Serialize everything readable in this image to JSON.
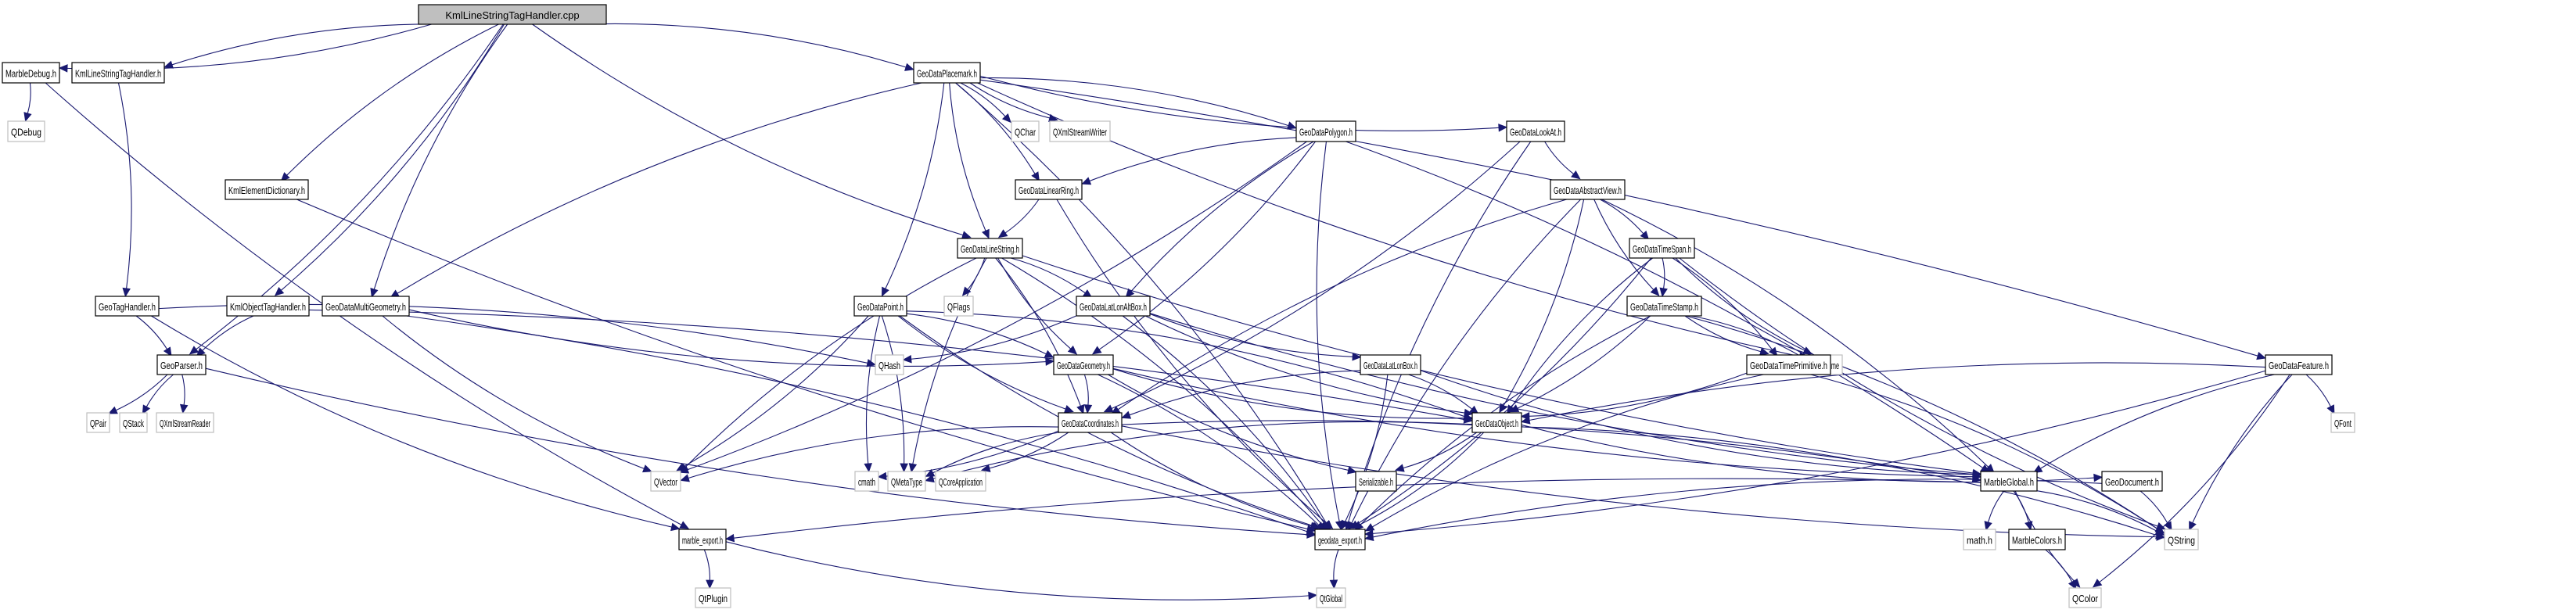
{
  "title": "KmlLineStringTagHandler.cpp include dependency graph",
  "colors": {
    "edge": "#191970",
    "root_fill": "#bfbfbf",
    "node_border": "#000000",
    "external_border": "#bfbfbf"
  },
  "nodes": [
    {
      "id": "root",
      "label": "KmlLineStringTagHandler.cpp",
      "kind": "root"
    },
    {
      "id": "MarbleDebug",
      "label": "MarbleDebug.h",
      "kind": "header"
    },
    {
      "id": "KmlLSTH",
      "label": "KmlLineStringTagHandler.h",
      "kind": "header"
    },
    {
      "id": "QDebug",
      "label": "QDebug",
      "kind": "external"
    },
    {
      "id": "KmlElementDictionary",
      "label": "KmlElementDictionary.h",
      "kind": "header"
    },
    {
      "id": "GeoTagHandler",
      "label": "GeoTagHandler.h",
      "kind": "header"
    },
    {
      "id": "KmlObjectTagHandler",
      "label": "KmlObjectTagHandler.h",
      "kind": "header"
    },
    {
      "id": "GeoDataMultiGeometry",
      "label": "GeoDataMultiGeometry.h",
      "kind": "header"
    },
    {
      "id": "GeoParser",
      "label": "GeoParser.h",
      "kind": "header"
    },
    {
      "id": "QPair",
      "label": "QPair",
      "kind": "external"
    },
    {
      "id": "QStack",
      "label": "QStack",
      "kind": "external"
    },
    {
      "id": "QXmlStreamReader",
      "label": "QXmlStreamReader",
      "kind": "external"
    },
    {
      "id": "QVector",
      "label": "QVector",
      "kind": "external"
    },
    {
      "id": "marble_export",
      "label": "marble_export.h",
      "kind": "header"
    },
    {
      "id": "QtPlugin",
      "label": "QtPlugin",
      "kind": "external"
    },
    {
      "id": "GeoDataPlacemark",
      "label": "GeoDataPlacemark.h",
      "kind": "header"
    },
    {
      "id": "QChar",
      "label": "QChar",
      "kind": "external"
    },
    {
      "id": "QXmlStreamWriter",
      "label": "QXmlStreamWriter",
      "kind": "external"
    },
    {
      "id": "GeoDataPolygon",
      "label": "GeoDataPolygon.h",
      "kind": "header"
    },
    {
      "id": "GeoDataLookAt",
      "label": "GeoDataLookAt.h",
      "kind": "header"
    },
    {
      "id": "GeoDataLinearRing",
      "label": "GeoDataLinearRing.h",
      "kind": "header"
    },
    {
      "id": "GeoDataAbstractView",
      "label": "GeoDataAbstractView.h",
      "kind": "header"
    },
    {
      "id": "GeoDataLineString",
      "label": "GeoDataLineString.h",
      "kind": "header"
    },
    {
      "id": "GeoDataTimeSpan",
      "label": "GeoDataTimeSpan.h",
      "kind": "header"
    },
    {
      "id": "GeoDataPoint",
      "label": "GeoDataPoint.h",
      "kind": "header"
    },
    {
      "id": "QFlags",
      "label": "QFlags",
      "kind": "external"
    },
    {
      "id": "GeoDataLatLonAltBox",
      "label": "GeoDataLatLonAltBox.h",
      "kind": "header"
    },
    {
      "id": "GeoDataTimeStamp",
      "label": "GeoDataTimeStamp.h",
      "kind": "header"
    },
    {
      "id": "QHash",
      "label": "QHash",
      "kind": "external"
    },
    {
      "id": "GeoDataGeometry",
      "label": "GeoDataGeometry.h",
      "kind": "header"
    },
    {
      "id": "GeoDataLatLonBox",
      "label": "GeoDataLatLonBox.h",
      "kind": "header"
    },
    {
      "id": "QDateTime",
      "label": "QDateTime",
      "kind": "external"
    },
    {
      "id": "GeoDataTimePrimitive",
      "label": "GeoDataTimePrimitive.h",
      "kind": "header"
    },
    {
      "id": "GeoDataFeature",
      "label": "GeoDataFeature.h",
      "kind": "header"
    },
    {
      "id": "GeoDataCoordinates",
      "label": "GeoDataCoordinates.h",
      "kind": "header"
    },
    {
      "id": "GeoDataObject",
      "label": "GeoDataObject.h",
      "kind": "header"
    },
    {
      "id": "QFont",
      "label": "QFont",
      "kind": "external"
    },
    {
      "id": "cmath",
      "label": "cmath",
      "kind": "external"
    },
    {
      "id": "QMetaType",
      "label": "QMetaType",
      "kind": "external"
    },
    {
      "id": "QCoreApplication",
      "label": "QCoreApplication",
      "kind": "external"
    },
    {
      "id": "Serializable",
      "label": "Serializable.h",
      "kind": "header"
    },
    {
      "id": "MarbleGlobal",
      "label": "MarbleGlobal.h",
      "kind": "header"
    },
    {
      "id": "GeoDocument",
      "label": "GeoDocument.h",
      "kind": "header"
    },
    {
      "id": "geodata_export",
      "label": "geodata_export.h",
      "kind": "header"
    },
    {
      "id": "mathh",
      "label": "math.h",
      "kind": "external"
    },
    {
      "id": "MarbleColors",
      "label": "MarbleColors.h",
      "kind": "header"
    },
    {
      "id": "QString",
      "label": "QString",
      "kind": "external"
    },
    {
      "id": "QtGlobal",
      "label": "QtGlobal",
      "kind": "external"
    },
    {
      "id": "QColor",
      "label": "QColor",
      "kind": "external"
    }
  ],
  "edges": [
    [
      "root",
      "MarbleDebug"
    ],
    [
      "root",
      "KmlLSTH"
    ],
    [
      "root",
      "GeoDataPlacemark"
    ],
    [
      "root",
      "KmlElementDictionary"
    ],
    [
      "root",
      "GeoParser"
    ],
    [
      "root",
      "GeoDataMultiGeometry"
    ],
    [
      "root",
      "KmlObjectTagHandler"
    ],
    [
      "root",
      "GeoDataLineString"
    ],
    [
      "MarbleDebug",
      "QDebug"
    ],
    [
      "MarbleDebug",
      "marble_export"
    ],
    [
      "KmlLSTH",
      "GeoTagHandler"
    ],
    [
      "KmlElementDictionary",
      "geodata_export"
    ],
    [
      "GeoTagHandler",
      "GeoParser"
    ],
    [
      "GeoTagHandler",
      "marble_export"
    ],
    [
      "GeoTagHandler",
      "QHash"
    ],
    [
      "KmlObjectTagHandler",
      "GeoParser"
    ],
    [
      "KmlObjectTagHandler",
      "GeoDataObject"
    ],
    [
      "GeoDataMultiGeometry",
      "QVector"
    ],
    [
      "GeoDataMultiGeometry",
      "geodata_export"
    ],
    [
      "GeoDataMultiGeometry",
      "GeoDataGeometry"
    ],
    [
      "GeoParser",
      "QPair"
    ],
    [
      "GeoParser",
      "QStack"
    ],
    [
      "GeoParser",
      "QXmlStreamReader"
    ],
    [
      "GeoParser",
      "geodata_export"
    ],
    [
      "marble_export",
      "QtPlugin"
    ],
    [
      "marble_export",
      "QtGlobal"
    ],
    [
      "GeoDataPlacemark",
      "QChar"
    ],
    [
      "GeoDataPlacemark",
      "QXmlStreamWriter"
    ],
    [
      "GeoDataPlacemark",
      "GeoDataPolygon"
    ],
    [
      "GeoDataPlacemark",
      "GeoDataLookAt"
    ],
    [
      "GeoDataPlacemark",
      "GeoDataLinearRing"
    ],
    [
      "GeoDataPlacemark",
      "GeoDataLineString"
    ],
    [
      "GeoDataPlacemark",
      "GeoDataPoint"
    ],
    [
      "GeoDataPlacemark",
      "GeoDataMultiGeometry"
    ],
    [
      "GeoDataPlacemark",
      "GeoDataFeature"
    ],
    [
      "GeoDataPlacemark",
      "QDateTime"
    ],
    [
      "GeoDataPlacemark",
      "geodata_export"
    ],
    [
      "GeoDataPolygon",
      "GeoDataLinearRing"
    ],
    [
      "GeoDataPolygon",
      "QVector"
    ],
    [
      "GeoDataPolygon",
      "GeoDataLatLonAltBox"
    ],
    [
      "GeoDataPolygon",
      "GeoDataGeometry"
    ],
    [
      "GeoDataPolygon",
      "geodata_export"
    ],
    [
      "GeoDataPolygon",
      "MarbleGlobal"
    ],
    [
      "GeoDataLookAt",
      "GeoDataAbstractView"
    ],
    [
      "GeoDataLookAt",
      "GeoDataCoordinates"
    ],
    [
      "GeoDataLookAt",
      "geodata_export"
    ],
    [
      "GeoDataLinearRing",
      "GeoDataLineString"
    ],
    [
      "GeoDataLinearRing",
      "geodata_export"
    ],
    [
      "GeoDataAbstractView",
      "GeoDataTimeSpan"
    ],
    [
      "GeoDataAbstractView",
      "GeoDataTimeStamp"
    ],
    [
      "GeoDataAbstractView",
      "GeoDataObject"
    ],
    [
      "GeoDataAbstractView",
      "GeoDataCoordinates"
    ],
    [
      "GeoDataAbstractView",
      "MarbleGlobal"
    ],
    [
      "GeoDataAbstractView",
      "geodata_export"
    ],
    [
      "GeoDataLineString",
      "QFlags"
    ],
    [
      "GeoDataLineString",
      "QVector"
    ],
    [
      "GeoDataLineString",
      "GeoDataLatLonAltBox"
    ],
    [
      "GeoDataLineString",
      "GeoDataGeometry"
    ],
    [
      "GeoDataLineString",
      "GeoDataCoordinates"
    ],
    [
      "GeoDataLineString",
      "QMetaType"
    ],
    [
      "GeoDataLineString",
      "geodata_export"
    ],
    [
      "GeoDataLineString",
      "MarbleGlobal"
    ],
    [
      "GeoDataTimeSpan",
      "GeoDataTimeStamp"
    ],
    [
      "GeoDataTimeSpan",
      "QDateTime"
    ],
    [
      "GeoDataTimeSpan",
      "GeoDataTimePrimitive"
    ],
    [
      "GeoDataTimeSpan",
      "GeoDataObject"
    ],
    [
      "GeoDataTimeSpan",
      "geodata_export"
    ],
    [
      "GeoDataTimeSpan",
      "QString"
    ],
    [
      "GeoDataPoint",
      "GeoDataGeometry"
    ],
    [
      "GeoDataPoint",
      "GeoDataCoordinates"
    ],
    [
      "GeoDataPoint",
      "QVector"
    ],
    [
      "GeoDataPoint",
      "cmath"
    ],
    [
      "GeoDataPoint",
      "QMetaType"
    ],
    [
      "GeoDataPoint",
      "geodata_export"
    ],
    [
      "GeoDataPoint",
      "GeoDataObject"
    ],
    [
      "GeoDataLatLonAltBox",
      "GeoDataLatLonBox"
    ],
    [
      "GeoDataLatLonAltBox",
      "QHash"
    ],
    [
      "GeoDataLatLonAltBox",
      "GeoDataObject"
    ],
    [
      "GeoDataLatLonAltBox",
      "geodata_export"
    ],
    [
      "GeoDataLatLonAltBox",
      "MarbleGlobal"
    ],
    [
      "GeoDataTimeStamp",
      "QDateTime"
    ],
    [
      "GeoDataTimeStamp",
      "GeoDataTimePrimitive"
    ],
    [
      "GeoDataTimeStamp",
      "GeoDataObject"
    ],
    [
      "GeoDataTimeStamp",
      "geodata_export"
    ],
    [
      "GeoDataTimeStamp",
      "QString"
    ],
    [
      "GeoDataGeometry",
      "GeoDataObject"
    ],
    [
      "GeoDataGeometry",
      "GeoDataCoordinates"
    ],
    [
      "GeoDataGeometry",
      "Serializable"
    ],
    [
      "GeoDataGeometry",
      "geodata_export"
    ],
    [
      "GeoDataGeometry",
      "MarbleGlobal"
    ],
    [
      "GeoDataLatLonBox",
      "GeoDataObject"
    ],
    [
      "GeoDataLatLonBox",
      "GeoDataCoordinates"
    ],
    [
      "GeoDataLatLonBox",
      "geodata_export"
    ],
    [
      "GeoDataLatLonBox",
      "MarbleGlobal"
    ],
    [
      "GeoDataTimePrimitive",
      "GeoDataObject"
    ],
    [
      "GeoDataTimePrimitive",
      "geodata_export"
    ],
    [
      "GeoDataTimePrimitive",
      "QString"
    ],
    [
      "GeoDataFeature",
      "GeoDataObject"
    ],
    [
      "GeoDataFeature",
      "QFont"
    ],
    [
      "GeoDataFeature",
      "QString"
    ],
    [
      "GeoDataFeature",
      "QColor"
    ],
    [
      "GeoDataFeature",
      "MarbleGlobal"
    ],
    [
      "GeoDataFeature",
      "geodata_export"
    ],
    [
      "GeoDataCoordinates",
      "QVector"
    ],
    [
      "GeoDataCoordinates",
      "cmath"
    ],
    [
      "GeoDataCoordinates",
      "QMetaType"
    ],
    [
      "GeoDataCoordinates",
      "QCoreApplication"
    ],
    [
      "GeoDataCoordinates",
      "geodata_export"
    ],
    [
      "GeoDataCoordinates",
      "MarbleGlobal"
    ],
    [
      "GeoDataCoordinates",
      "QString"
    ],
    [
      "GeoDataObject",
      "Serializable"
    ],
    [
      "GeoDataObject",
      "GeoDocument"
    ],
    [
      "GeoDataObject",
      "geodata_export"
    ],
    [
      "GeoDataObject",
      "QMetaType"
    ],
    [
      "GeoDataObject",
      "QString"
    ],
    [
      "MarbleGlobal",
      "mathh"
    ],
    [
      "MarbleGlobal",
      "MarbleColors"
    ],
    [
      "MarbleGlobal",
      "QColor"
    ],
    [
      "MarbleGlobal",
      "QString"
    ],
    [
      "MarbleGlobal",
      "marble_export"
    ],
    [
      "GeoDocument",
      "QString"
    ],
    [
      "GeoDocument",
      "geodata_export"
    ],
    [
      "MarbleColors",
      "QColor"
    ],
    [
      "geodata_export",
      "QtGlobal"
    ]
  ]
}
